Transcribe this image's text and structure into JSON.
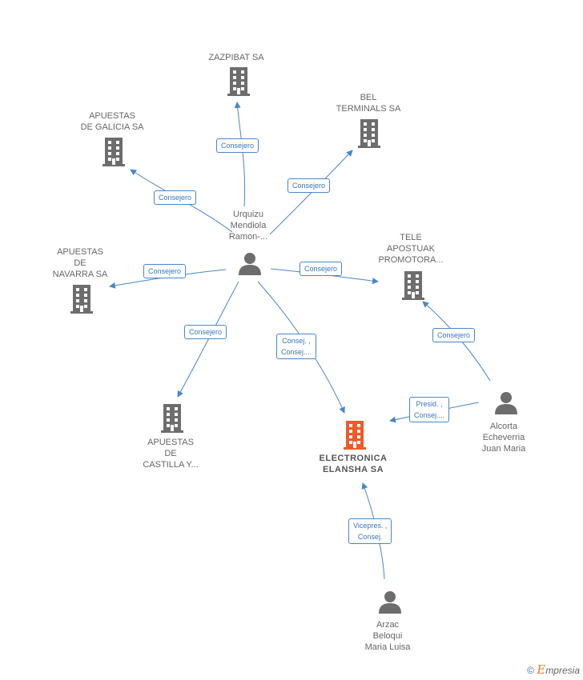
{
  "companies": {
    "zazpibat": "ZAZPIBAT SA",
    "bel": "BEL\nTERMINALS SA",
    "galicia": "APUESTAS\nDE GALICIA SA",
    "navarra": "APUESTAS\nDE\nNAVARRA SA",
    "tele": "TELE\nAPOSTUAK\nPROMOTORA...",
    "castilla": "APUESTAS\nDE\nCASTILLA Y...",
    "electronica": "ELECTRONICA\nELANSHA SA"
  },
  "persons": {
    "urquizu": "Urquizu\nMendiola\nRamon-...",
    "alcorta": "Alcorta\nEcheverria\nJuan Maria",
    "arzac": "Arzac\nBeloqui\nMaria Luisa"
  },
  "relations": {
    "zazpibat": "Consejero",
    "bel": "Consejero",
    "galicia": "Consejero",
    "navarra": "Consejero",
    "tele_urquizu": "Consejero",
    "castilla": "Consejero",
    "electronica_urquizu": "Consej. ,\nConsej....",
    "tele_alcorta": "Consejero",
    "electronica_alcorta": "Presid. ,\nConsej....",
    "electronica_arzac": "Vicepres. ,\nConsej."
  },
  "colors": {
    "edge": "#4a86c8",
    "company_icon": "#6d6d6d",
    "main_company_icon": "#f05a28",
    "person_icon": "#6d6d6d"
  },
  "footer": {
    "copyright": "©",
    "brand_e": "E",
    "brand_rest": "mpresia"
  }
}
